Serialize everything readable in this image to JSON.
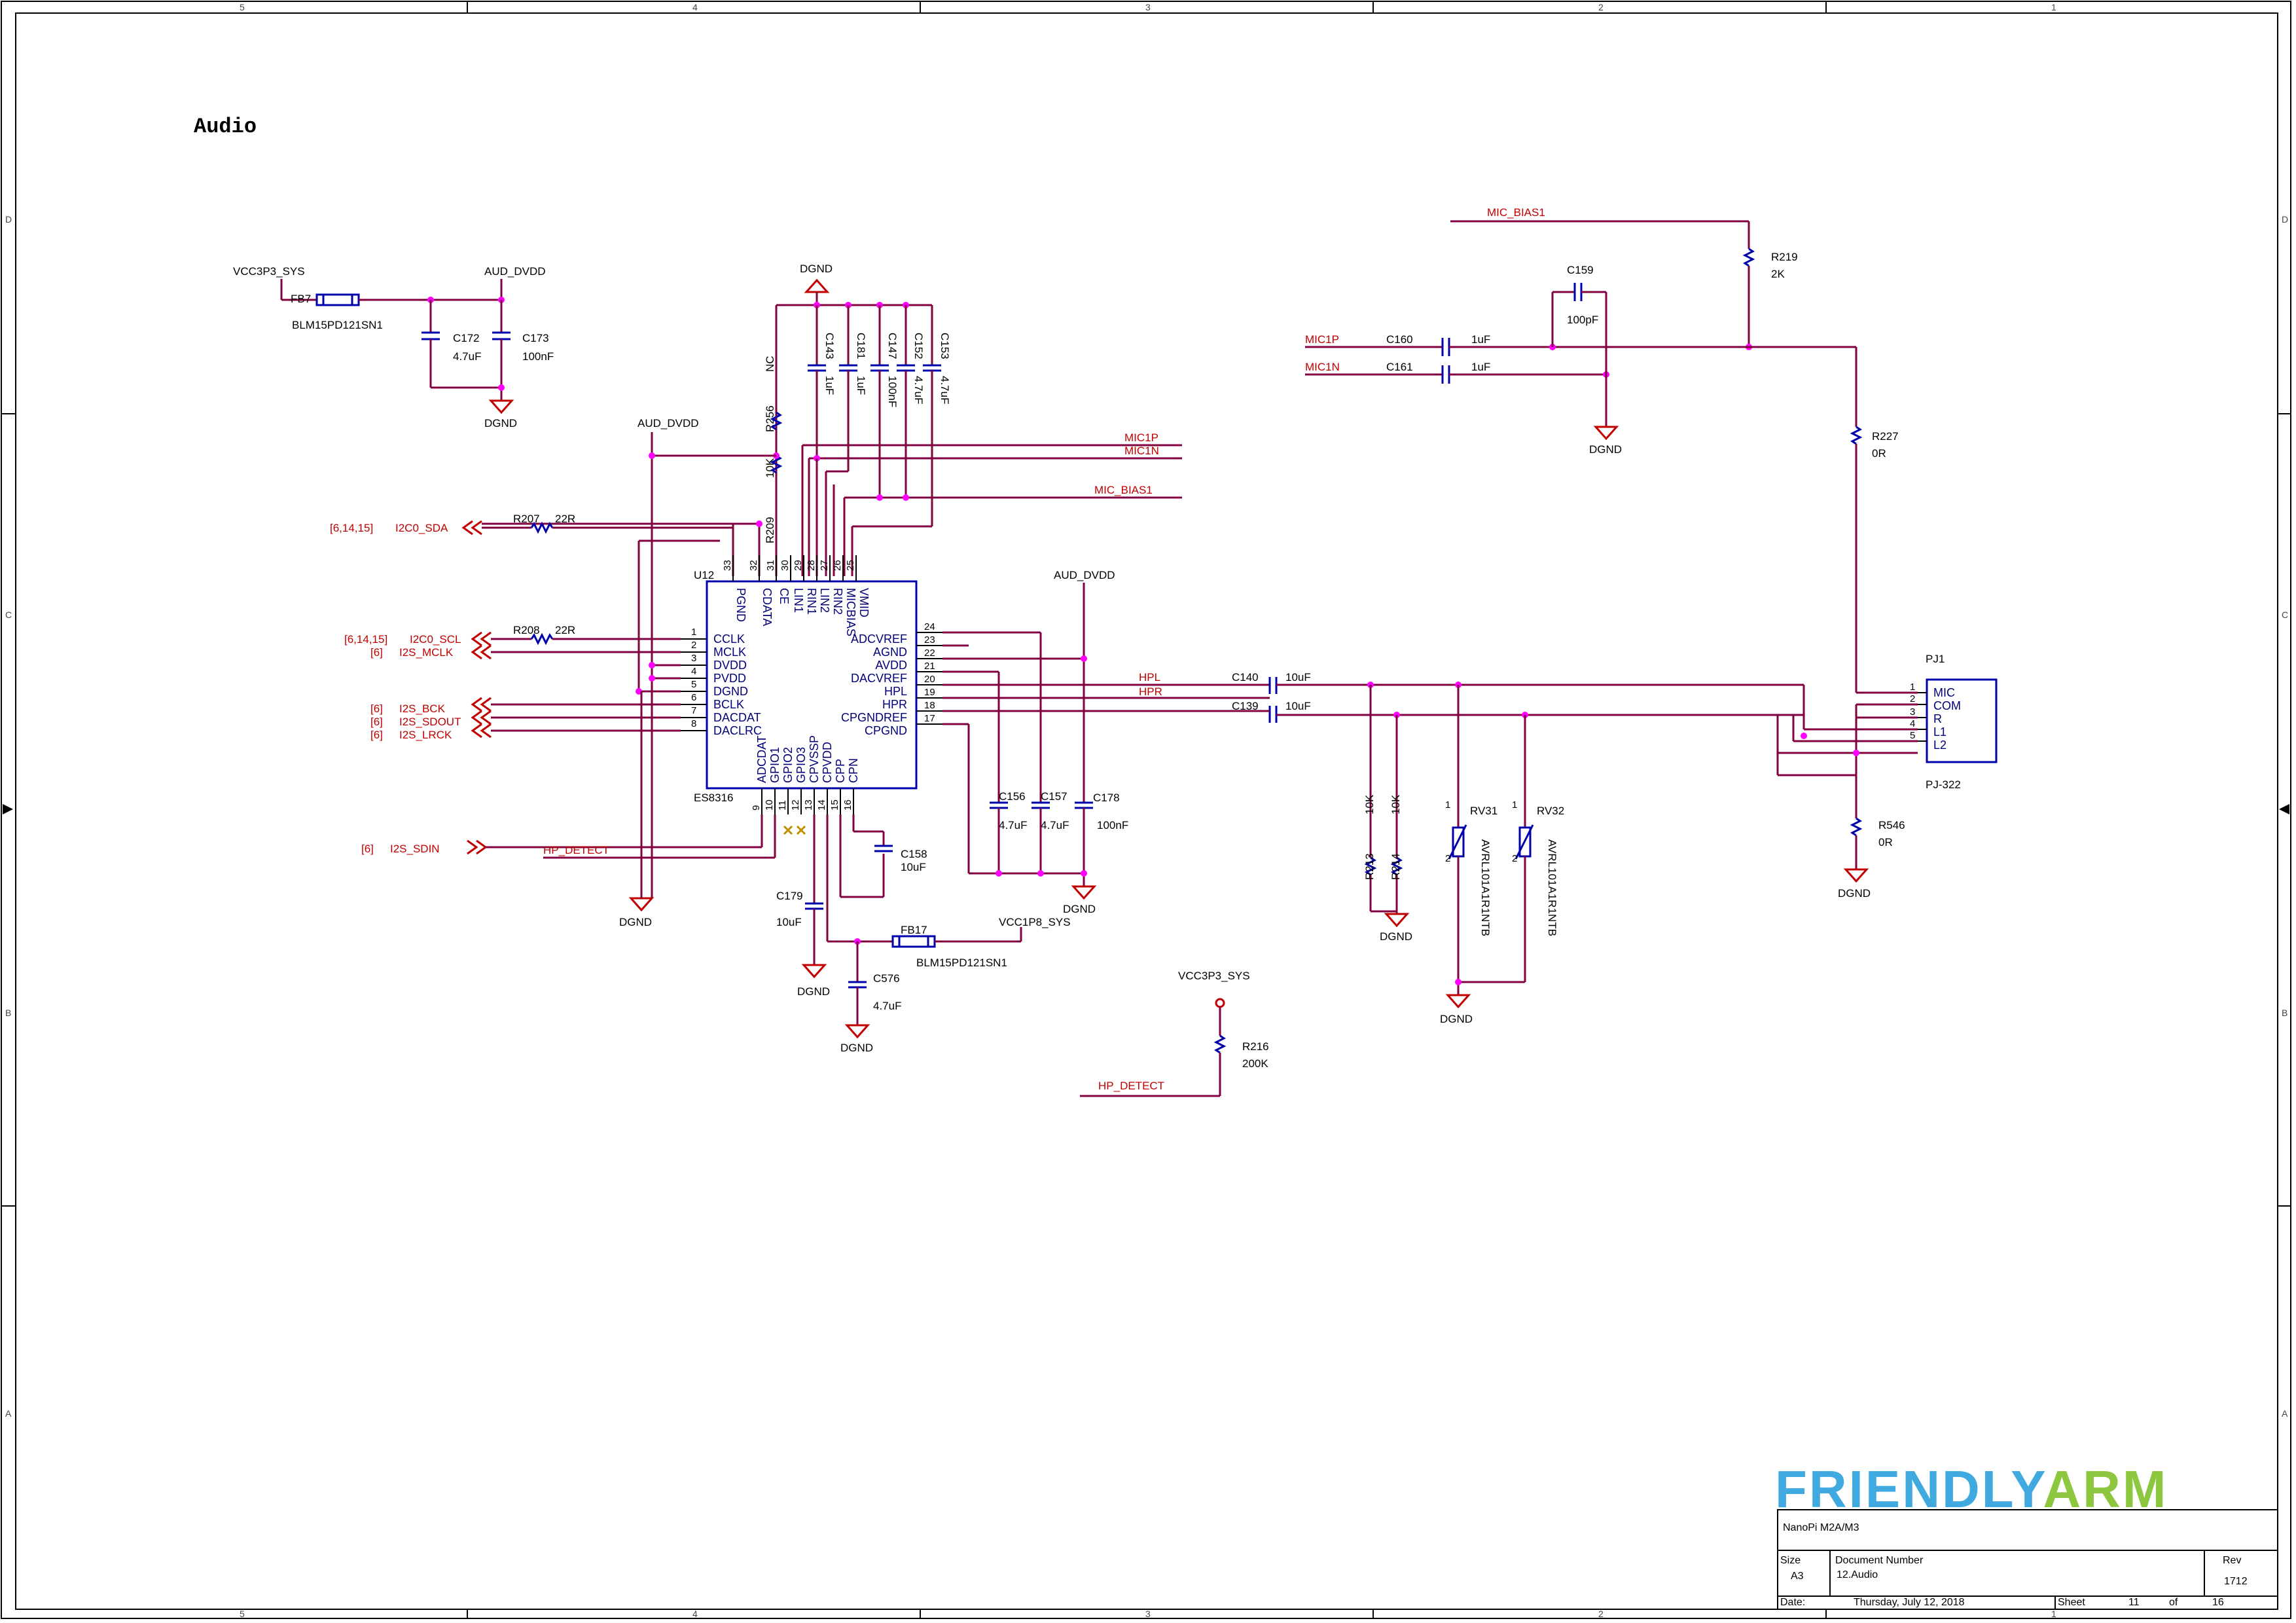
{
  "title": "Audio",
  "border": {
    "cols": [
      "5",
      "4",
      "3",
      "2",
      "1"
    ],
    "rows": [
      "D",
      "C",
      "B",
      "A"
    ]
  },
  "power": {
    "vcc3p3_sys": "VCC3P3_SYS",
    "aud_dvdd": "AUD_DVDD",
    "dgnd": "DGND",
    "vcc1p8_sys": "VCC1P8_SYS"
  },
  "components": {
    "fb7": {
      "ref": "FB7",
      "value": "BLM15PD121SN1"
    },
    "fb17": {
      "ref": "FB17",
      "value": "BLM15PD121SN1"
    },
    "c172": {
      "ref": "C172",
      "value": "4.7uF"
    },
    "c173": {
      "ref": "C173",
      "value": "100nF"
    },
    "c143": {
      "ref": "C143",
      "value": "1uF"
    },
    "c181": {
      "ref": "C181",
      "value": "1uF"
    },
    "c147": {
      "ref": "C147",
      "value": "100nF"
    },
    "c152": {
      "ref": "C152",
      "value": "4.7uF"
    },
    "c153": {
      "ref": "C153",
      "value": "4.7uF"
    },
    "r256": {
      "ref": "R256",
      "value": "NC"
    },
    "r209": {
      "ref": "R209",
      "value": "10K"
    },
    "r207": {
      "ref": "R207",
      "value": "22R"
    },
    "r208": {
      "ref": "R208",
      "value": "22R"
    },
    "c156": {
      "ref": "C156",
      "value": "4.7uF"
    },
    "c157": {
      "ref": "C157",
      "value": "4.7uF"
    },
    "c178": {
      "ref": "C178",
      "value": "100nF"
    },
    "c158": {
      "ref": "C158",
      "value": "10uF"
    },
    "c179": {
      "ref": "C179",
      "value": "10uF"
    },
    "c576": {
      "ref": "C576",
      "value": "4.7uF"
    },
    "r216": {
      "ref": "R216",
      "value": "200K"
    },
    "c159": {
      "ref": "C159",
      "value": "100pF"
    },
    "c160": {
      "ref": "C160",
      "value": "1uF"
    },
    "c161": {
      "ref": "C161",
      "value": "1uF"
    },
    "r219": {
      "ref": "R219",
      "value": "2K"
    },
    "r227": {
      "ref": "R227",
      "value": "0R"
    },
    "r546": {
      "ref": "R546",
      "value": "0R"
    },
    "c140": {
      "ref": "C140",
      "value": "10uF"
    },
    "c139": {
      "ref": "C139",
      "value": "10uF"
    },
    "r213": {
      "ref": "R213",
      "value": "10K"
    },
    "r214": {
      "ref": "R214",
      "value": "10K"
    },
    "rv31": {
      "ref": "RV31",
      "value": "AVRL101A1R1NTB"
    },
    "rv32": {
      "ref": "RV32",
      "value": "AVRL101A1R1NTB"
    }
  },
  "ic": {
    "ref": "U12",
    "part": "ES8316",
    "left_pins": [
      {
        "num": "1",
        "name": "CCLK"
      },
      {
        "num": "2",
        "name": "MCLK"
      },
      {
        "num": "3",
        "name": "DVDD"
      },
      {
        "num": "4",
        "name": "PVDD"
      },
      {
        "num": "5",
        "name": "DGND"
      },
      {
        "num": "6",
        "name": "BCLK"
      },
      {
        "num": "7",
        "name": "DACDAT"
      },
      {
        "num": "8",
        "name": "DACLRC"
      }
    ],
    "right_pins": [
      {
        "num": "24",
        "name": "ADCVREF"
      },
      {
        "num": "23",
        "name": "AGND"
      },
      {
        "num": "22",
        "name": "AVDD"
      },
      {
        "num": "21",
        "name": "DACVREF"
      },
      {
        "num": "20",
        "name": "HPL"
      },
      {
        "num": "19",
        "name": "HPR"
      },
      {
        "num": "18",
        "name": "CPGNDREF"
      },
      {
        "num": "17",
        "name": "CPGND"
      }
    ],
    "top_pins": [
      {
        "num": "33",
        "name": "PGND"
      },
      {
        "num": "32",
        "name": "CDATA"
      },
      {
        "num": "31",
        "name": "CE"
      },
      {
        "num": "30",
        "name": "LIN1"
      },
      {
        "num": "29",
        "name": "RIN1"
      },
      {
        "num": "28",
        "name": "LIN2"
      },
      {
        "num": "27",
        "name": "RIN2"
      },
      {
        "num": "26",
        "name": "MICBIAS"
      },
      {
        "num": "25",
        "name": "VMID"
      }
    ],
    "bottom_pins": [
      {
        "num": "9",
        "name": "ADCDAT"
      },
      {
        "num": "10",
        "name": "GPIO1"
      },
      {
        "num": "11",
        "name": "GPIO2"
      },
      {
        "num": "12",
        "name": "GPIO3"
      },
      {
        "num": "13",
        "name": "CPVSSP"
      },
      {
        "num": "14",
        "name": "CPVDD"
      },
      {
        "num": "15",
        "name": "CPP"
      },
      {
        "num": "16",
        "name": "CPN"
      }
    ]
  },
  "jack": {
    "ref": "PJ1",
    "part": "PJ-322",
    "pins": [
      {
        "num": "1",
        "name": "MIC"
      },
      {
        "num": "2",
        "name": "COM"
      },
      {
        "num": "3",
        "name": "R"
      },
      {
        "num": "4",
        "name": "L1"
      },
      {
        "num": "5",
        "name": "L2"
      }
    ]
  },
  "nets": {
    "i2c0_sda": "I2C0_SDA",
    "i2c0_scl": "I2C0_SCL",
    "i2s_mclk": "I2S_MCLK",
    "i2s_bck": "I2S_BCK",
    "i2s_sdout": "I2S_SDOUT",
    "i2s_lrck": "I2S_LRCK",
    "i2s_sdin": "I2S_SDIN",
    "hp_detect": "HP_DETECT",
    "mic1p": "MIC1P",
    "mic1n": "MIC1N",
    "mic_bias1": "MIC_BIAS1",
    "hpl": "HPL",
    "hpr": "HPR"
  },
  "xrefs": {
    "sda": "[6,14,15]",
    "scl": "[6,14,15]",
    "mclk": "[6]",
    "bck": "[6]",
    "sdout": "[6]",
    "lrck": "[6]",
    "sdin": "[6]"
  },
  "title_block": {
    "logo_part1": "FRIENDLY",
    "logo_part2": "ARM",
    "logo_color1": "#3fa9e0",
    "logo_color2": "#8dc63f",
    "project": "NanoPi M2A/M3",
    "size_label": "Size",
    "size": "A3",
    "doc_label": "Document Number",
    "doc": "12.Audio",
    "rev_label": "Rev",
    "rev": "1712",
    "date_label": "Date:",
    "date": "Thursday, July 12, 2018",
    "sheet_label": "Sheet",
    "sheet": "11",
    "of_label": "of",
    "total": "16"
  }
}
